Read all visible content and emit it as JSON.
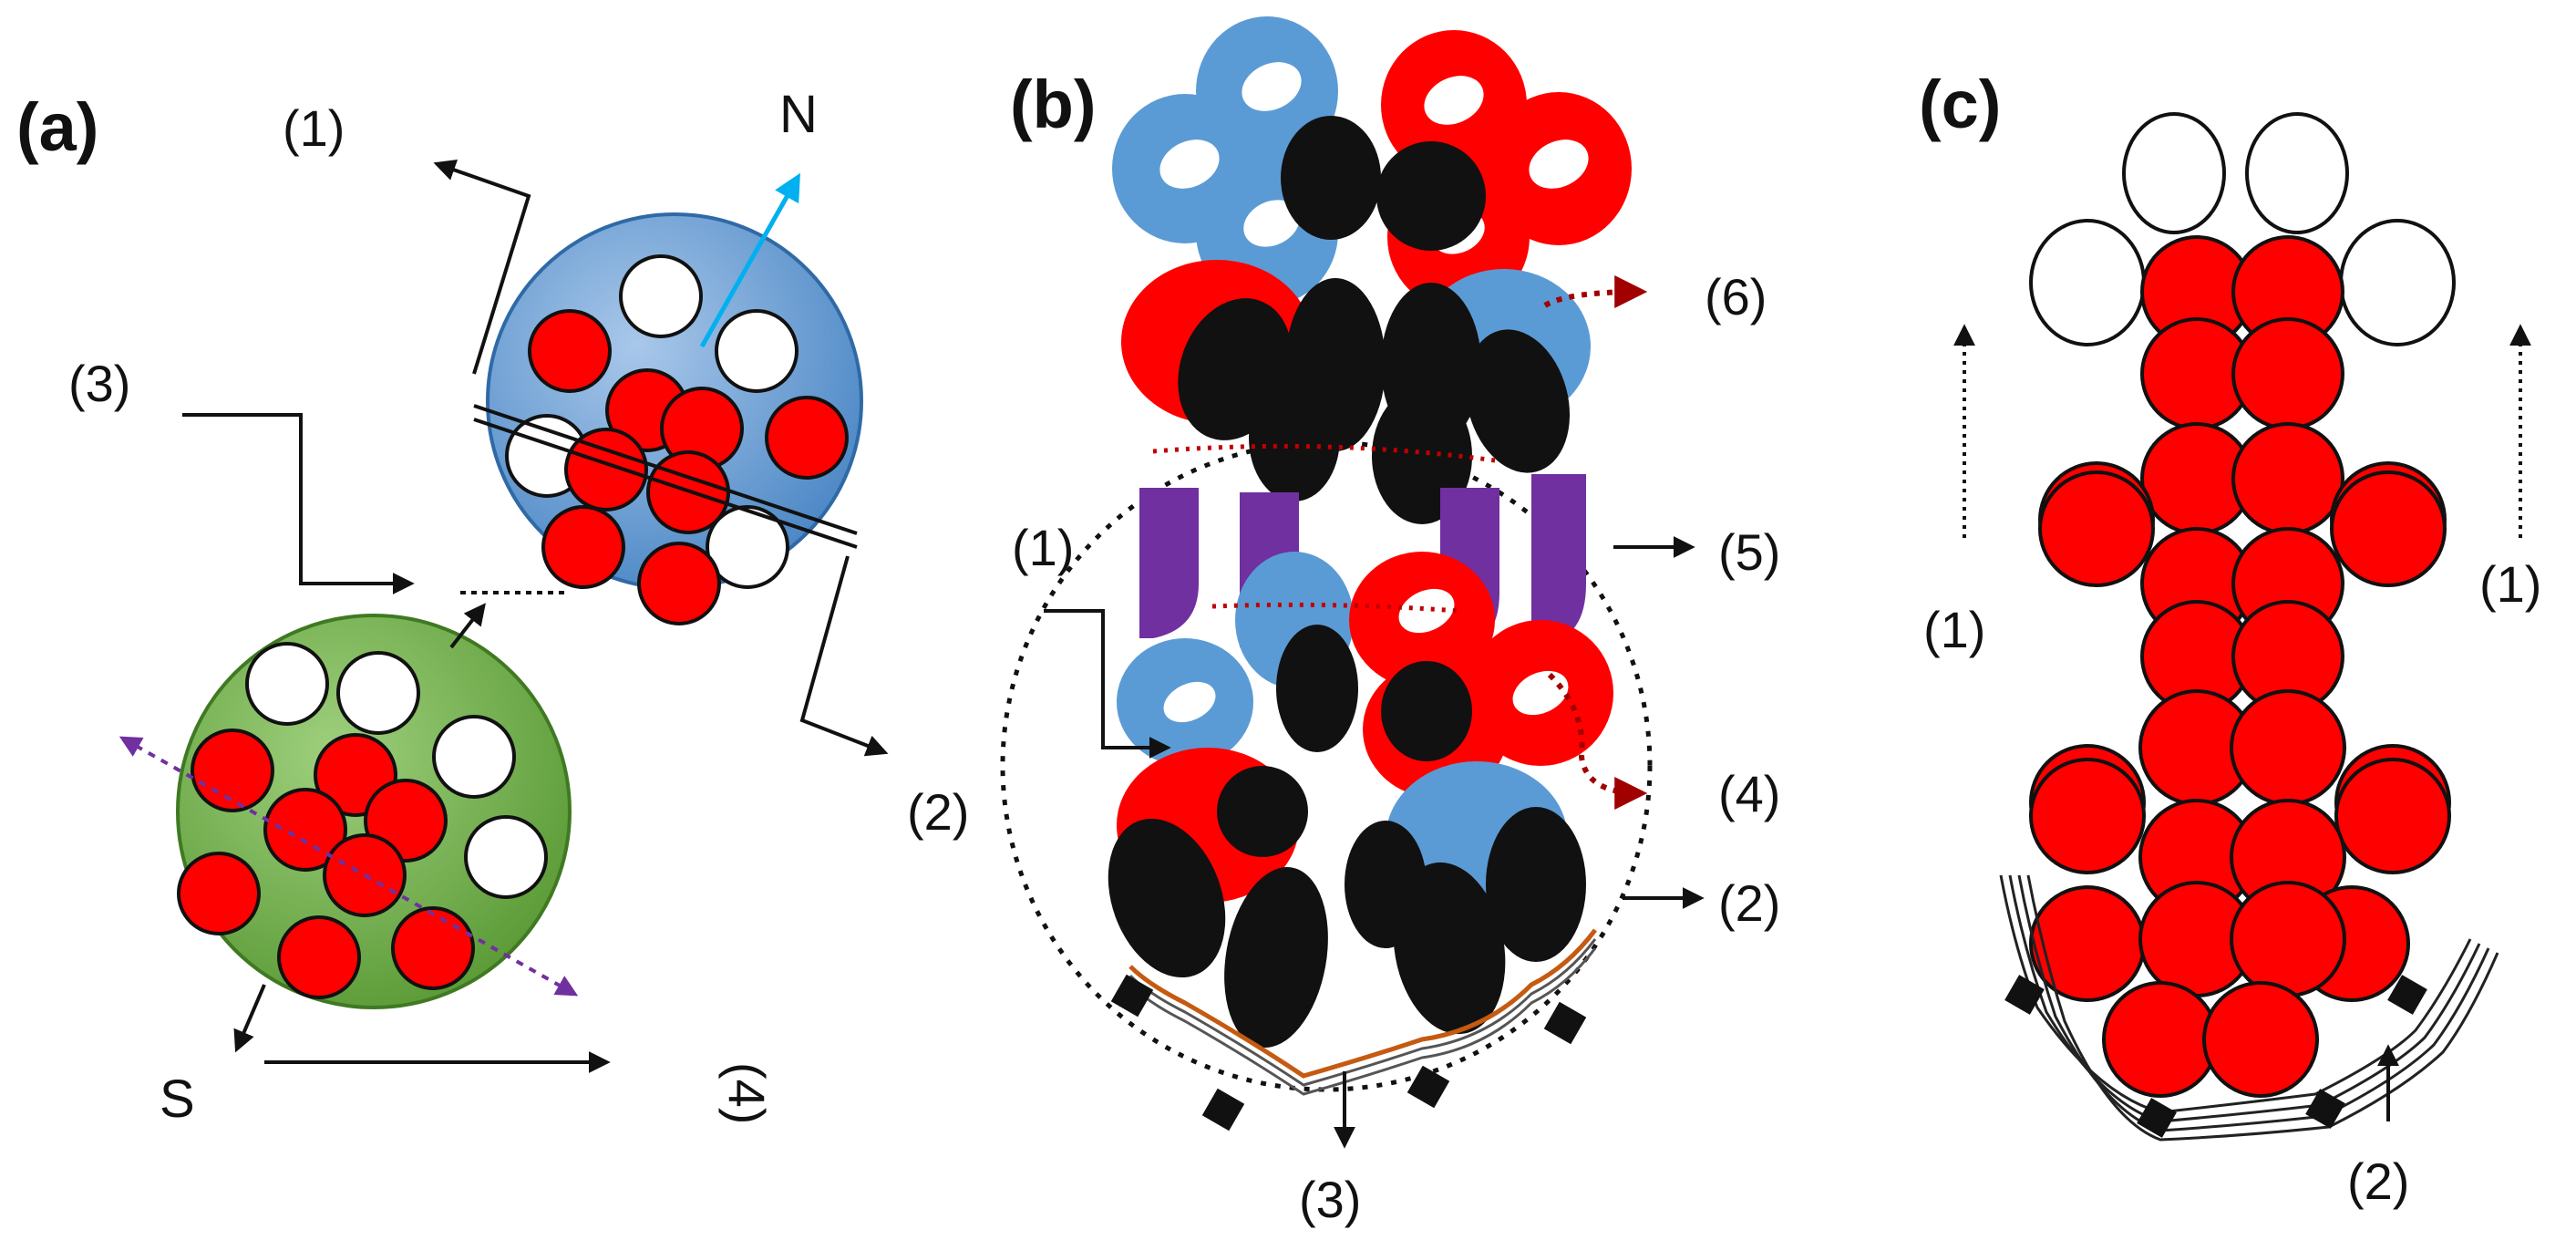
{
  "panels": {
    "a": {
      "label": "(a)",
      "callouts": {
        "c1": "(1)",
        "c2": "(2)",
        "c3": "(3)",
        "c4": "(4)"
      },
      "poles": {
        "north": "N",
        "south": "S"
      }
    },
    "b": {
      "label": "(b)",
      "callouts": {
        "c1": "(1)",
        "c2": "(2)",
        "c3": "(3)",
        "c4": "(4)",
        "c5": "(5)",
        "c6": "(6)"
      }
    },
    "c": {
      "label": "(c)",
      "callouts": {
        "c1_left": "(1)",
        "c1_right": "(1)",
        "c2": "(2)"
      }
    }
  },
  "colors": {
    "red_particle": "#ff0000",
    "blue_particle": "#5b9bd5",
    "green_particle": "#70ad47",
    "black_particle": "#111111",
    "purple_link": "#7030a0",
    "purple_axis": "#7030a0",
    "cyan_arrow": "#00b0f0",
    "dark_red_arrow": "#a00000"
  }
}
